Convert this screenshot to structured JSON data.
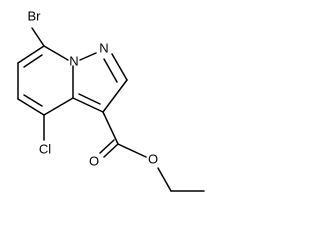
{
  "molecule": {
    "atoms": {
      "br": "Br",
      "n1": "N",
      "n2": "N",
      "cl": "Cl",
      "o_carbonyl": "O",
      "o_ester": "O"
    },
    "colors": {
      "bond": "#000000",
      "label": "#000000",
      "background": "#ffffff"
    }
  }
}
